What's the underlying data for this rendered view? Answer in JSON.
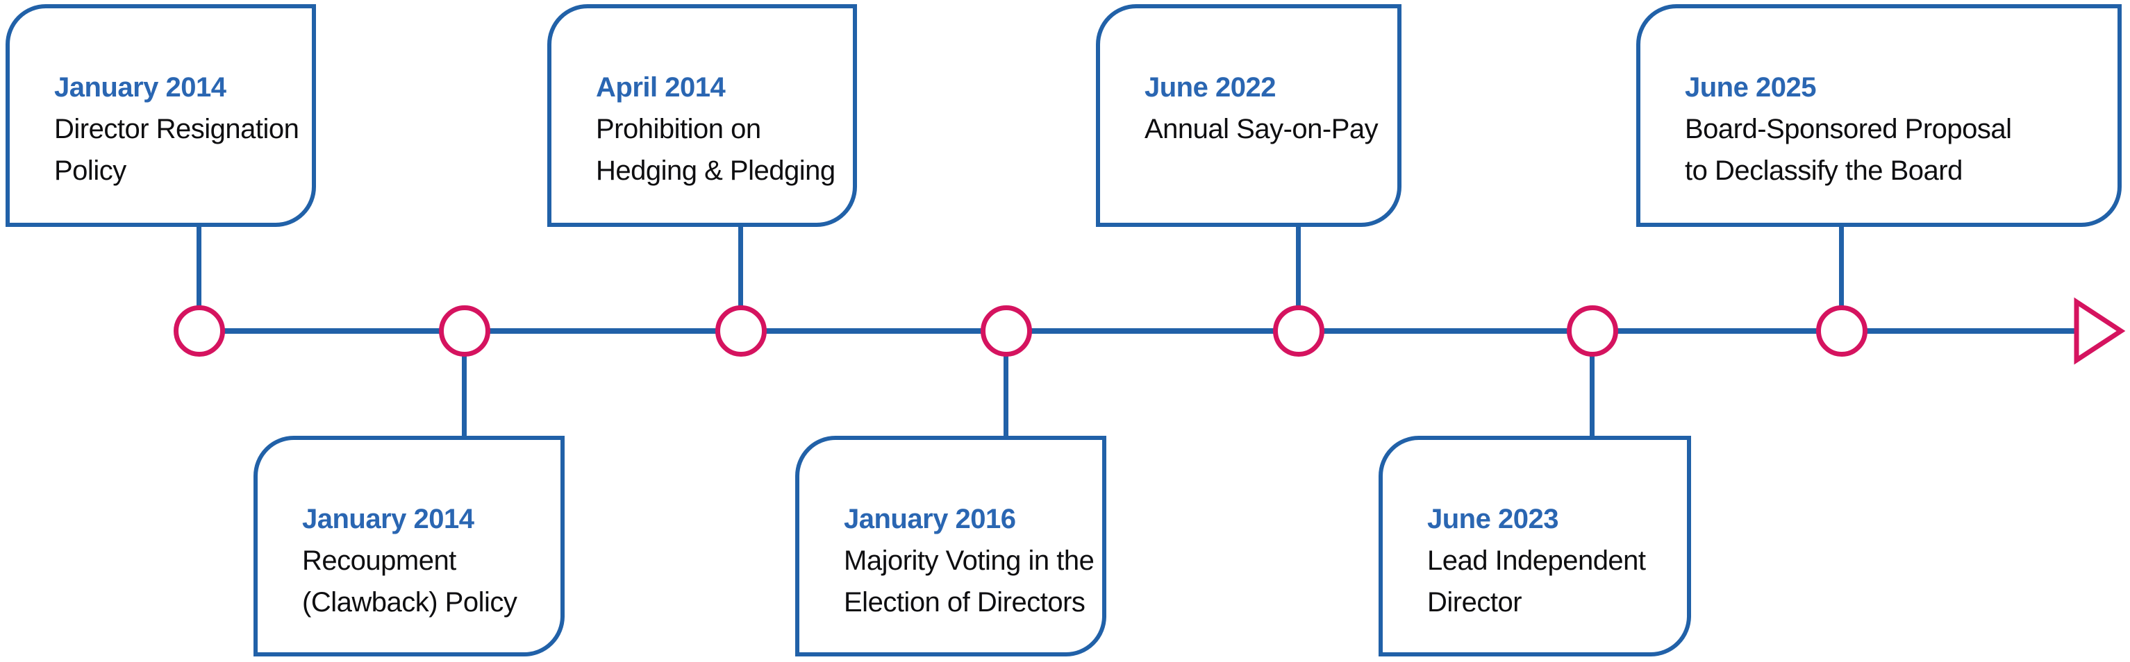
{
  "diagram_type": "corporate-governance-timeline",
  "colors": {
    "line_blue": "#2161a8",
    "date_blue": "#2a66b2",
    "marker_pink": "#d5135f",
    "body_text": "#0e0e10",
    "background": "#ffffff"
  },
  "axis": {
    "direction": "left-to-right",
    "marker_icon": "circle-marker",
    "end_icon": "arrow-right"
  },
  "events": [
    {
      "date": "January 2014",
      "title": "Director Resignation Policy",
      "side": "top"
    },
    {
      "date": "January 2014",
      "title": "Recoupment (Clawback) Policy",
      "side": "bottom"
    },
    {
      "date": "April 2014",
      "title": "Prohibition on Hedging & Pledging",
      "side": "top"
    },
    {
      "date": "January 2016",
      "title": "Majority Voting in the Election of Directors",
      "side": "bottom"
    },
    {
      "date": "June 2022",
      "title": "Annual Say-on-Pay",
      "side": "top"
    },
    {
      "date": "June 2023",
      "title": "Lead Independent Director",
      "side": "bottom"
    },
    {
      "date": "June 2025",
      "title": "Board-Sponsored Proposal to Declassify the Board",
      "side": "top"
    }
  ]
}
